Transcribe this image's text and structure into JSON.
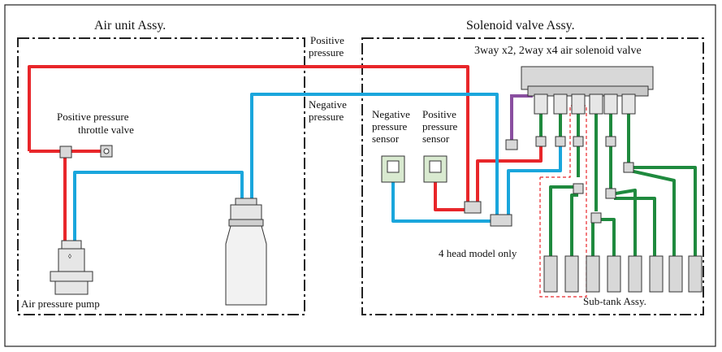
{
  "sections": {
    "air_unit": "Air unit Assy.",
    "solenoid": "Solenoid valve Assy."
  },
  "labels": {
    "positive_pressure": [
      "Positive",
      "pressure"
    ],
    "negative_pressure": [
      "Negative",
      "pressure"
    ],
    "valve_spec": "3way x2, 2way x4 air solenoid valve",
    "throttle": [
      "Positive pressure",
      "throttle valve"
    ],
    "pump": "Air pressure pump",
    "neg_sensor": [
      "Negative",
      "pressure",
      "sensor"
    ],
    "pos_sensor": [
      "Positive",
      "pressure",
      "sensor"
    ],
    "four_head": "4 head model only",
    "subtank": "Sub-tank Assy."
  },
  "colors": {
    "positive_line": "#e8262a",
    "negative_line": "#1aa6dc",
    "green_line": "#1f8a3e",
    "purple_line": "#8a4fa0",
    "dashed_border": "#e8262a",
    "frame": "#222222",
    "component_fill": "#d8d8d8",
    "sensor_fill": "#d9ead0"
  }
}
